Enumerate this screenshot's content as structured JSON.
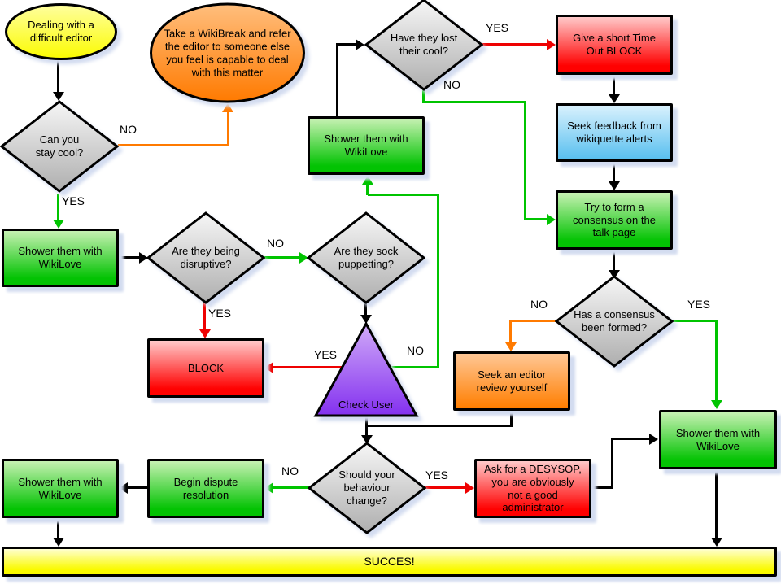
{
  "labels": {
    "yes": "YES",
    "no": "NO"
  },
  "nodes": {
    "start": "Dealing with a difficult editor",
    "wikibreak": "Take a WikiBreak and refer the editor to someone else you feel is capable to deal with this matter",
    "stay_cool": "Can you stay cool?",
    "shower_love_1": "Shower them with WikiLove",
    "disruptive": "Are they being disruptive?",
    "sock_puppet": "Are they sock puppetting?",
    "check_user": "Check User",
    "block": "BLOCK",
    "shower_love_2": "Shower them with WikiLove",
    "lost_cool": "Have they lost their cool?",
    "time_out": "Give a short Time Out BLOCK",
    "feedback": "Seek feedback from wikiquette alerts",
    "consensus_try": "Try to form a consensus on the talk page",
    "consensus_formed": "Has a consensus been formed?",
    "editor_review": "Seek an editor review yourself",
    "behaviour_change": "Should your behaviour change?",
    "desysop": "Ask for a DESYSOP, you are obviously not a good administrator",
    "dispute": "Begin dispute resolution",
    "shower_love_3": "Shower them with WikiLove",
    "shower_love_4": "Shower them with WikiLove",
    "success": "SUCCES!"
  },
  "colors": {
    "line_black": "#000000",
    "line_green": "#00c400",
    "line_red": "#ee0101",
    "line_orange": "#ff7a00",
    "node_green": "#03c303",
    "node_red": "#ff0101",
    "node_blue": "#58bfef",
    "node_orange": "#ff7e00",
    "node_yellow": "#ffff00",
    "node_purple": "#8330ef",
    "node_gray": "#aeaeae",
    "shadow": "#d3dcf0"
  }
}
